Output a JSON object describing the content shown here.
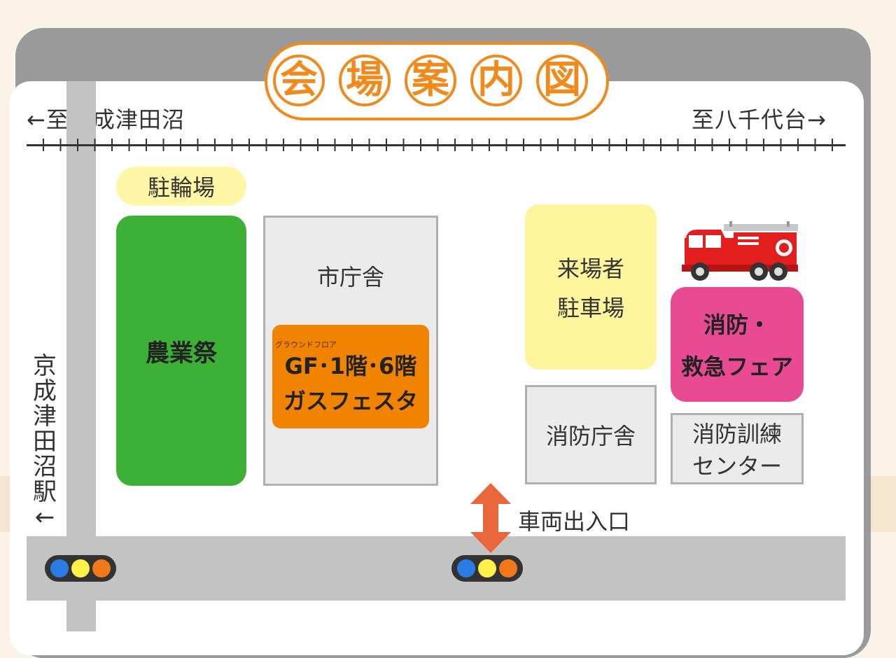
{
  "title": [
    "会",
    "場",
    "案",
    "内",
    "図"
  ],
  "directions": {
    "left": "←至京成津田沼",
    "right": "至八千代台→",
    "station": "京成津田沼駅←"
  },
  "areas": {
    "bicycle_parking": "駐輪場",
    "agri_festival": "農業祭",
    "city_hall": "市庁舎",
    "ground_floor_ruby": "グラウンドフロア",
    "gas_festa_line1": "GF･1階･6階",
    "gas_festa_line2": "ガスフェスタ",
    "visitor_parking_line1": "来場者",
    "visitor_parking_line2": "駐車場",
    "fire_fair_line1": "消防・",
    "fire_fair_line2": "救急フェア",
    "fire_hq": "消防庁舎",
    "training_line1": "消防訓練",
    "training_line2": "センター",
    "vehicle_entrance": "車両出入口"
  },
  "icons": [
    "fire-truck-icon",
    "traffic-light-icon",
    "double-arrow-icon"
  ],
  "colors": {
    "accent_orange": "#f08a1c",
    "agri_green": "#3db136",
    "gas_orange": "#f08300",
    "fire_pink": "#e84a93",
    "yellow": "#fff59d",
    "arrow": "#e8663a"
  }
}
